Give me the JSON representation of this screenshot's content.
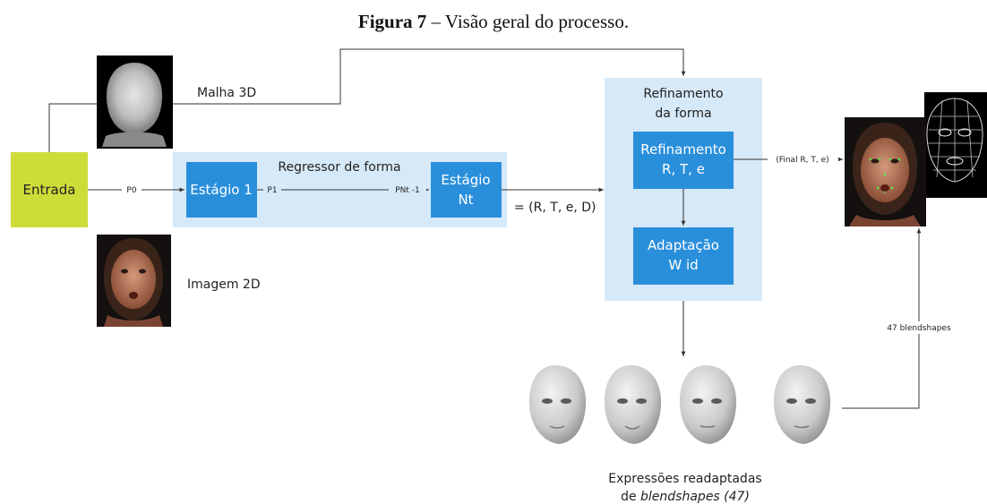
{
  "figure": {
    "title_bold": "Figura 7",
    "title_rest": " – Visão geral do processo."
  },
  "nodes": {
    "input": "Entrada",
    "mesh_label": "Malha 3D",
    "image_label": "Imagem 2D",
    "regressor_title": "Regressor de forma",
    "stage1": "Estágio 1",
    "stageN_line1": "Estágio",
    "stageN_line2": "Nt",
    "refine_group_line1": "Refinamento",
    "refine_group_line2": "da forma",
    "refine_box_line1": "Refinamento",
    "refine_box_line2": "R, T, e",
    "adapt_line1": "Adaptação",
    "adapt_line2": "W id",
    "blend_line1": "Expressões readaptadas",
    "blend_line2_prefix": "de ",
    "blend_line2_italic": "blendshapes (47)"
  },
  "edges": {
    "p0": "P0",
    "p1": "P1",
    "pnt": "PNt -1",
    "output_tuple": "= (R, T, e, D)",
    "final": "(Final R, T, e)",
    "blend_count": "47 blendshapes"
  },
  "colors": {
    "input_fill": "#cddc39",
    "group_fill": "#d6e9f8",
    "box_fill": "#2a8fdb",
    "line": "#333333"
  }
}
